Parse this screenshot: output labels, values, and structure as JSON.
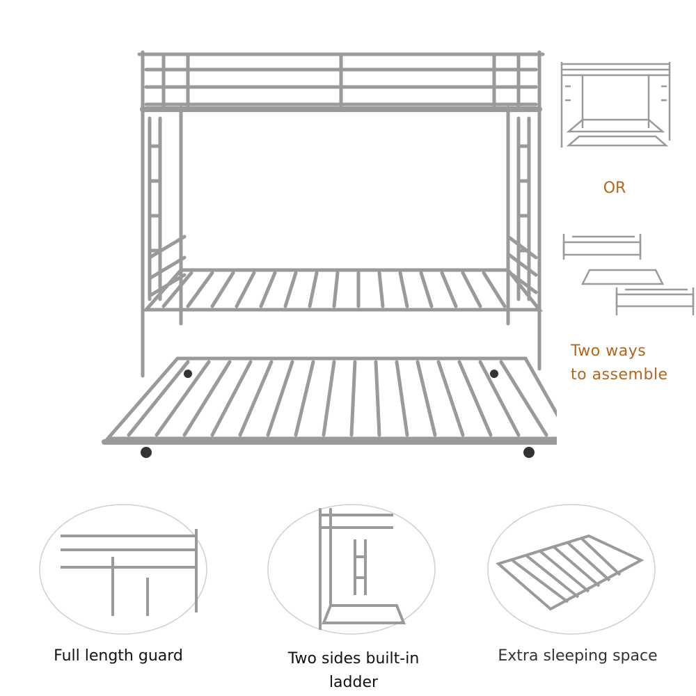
{
  "assembly": {
    "or_label": "OR",
    "ways_line1": "Two ways",
    "ways_line2": "to assemble"
  },
  "features": [
    {
      "caption": "Full length guard"
    },
    {
      "caption_line1": "Two sides built-in",
      "caption_line2": "ladder"
    },
    {
      "caption": "Extra sleeping space"
    }
  ],
  "colors": {
    "frame": "#9a9a9a",
    "accent_text": "#b5651d",
    "outline": "#cfcfcf"
  }
}
